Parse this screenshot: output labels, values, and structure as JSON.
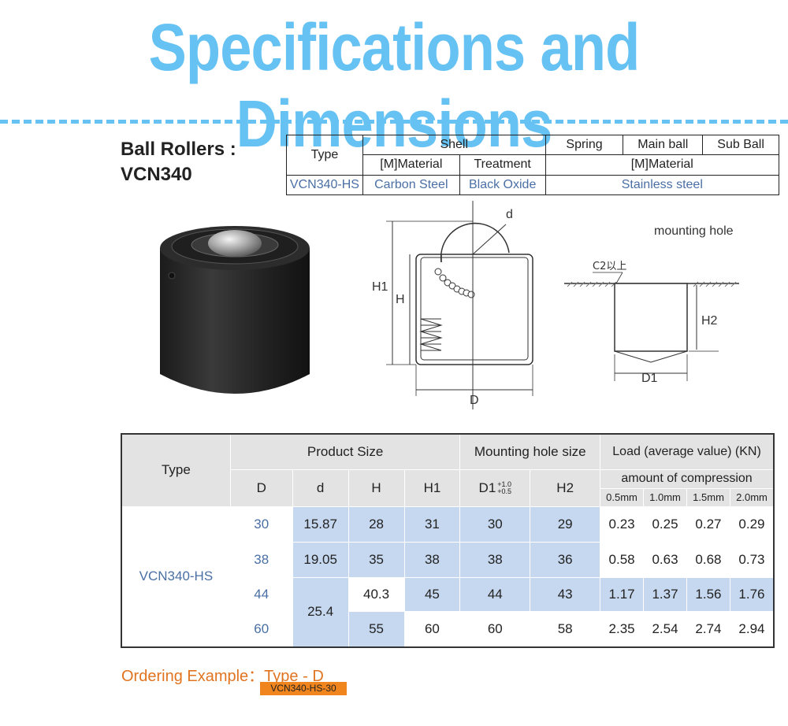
{
  "title": "Specifications and Dimensions",
  "heading": {
    "line1": "Ball Rollers :",
    "line2": "VCN340"
  },
  "spec_table": {
    "type_header": "Type",
    "shell_header": "Shell",
    "spring_header": "Spring",
    "main_ball_header": "Main ball",
    "sub_ball_header": "Sub Ball",
    "shell_material_header": "[M]Material",
    "treatment_header": "Treatment",
    "ball_material_header": "[M]Material",
    "type_value": "VCN340-HS",
    "shell_material": "Carbon Steel",
    "treatment": "Black Oxide",
    "ball_material": "Stainless steel"
  },
  "diagram": {
    "labels": {
      "d": "d",
      "H1": "H1",
      "H": "H",
      "D": "D"
    },
    "mounting": {
      "title": "mounting hole",
      "c2": "C2以上",
      "H2": "H2",
      "D1": "D1"
    }
  },
  "dims_table": {
    "type_header": "Type",
    "product_size_header": "Product Size",
    "mounting_header": "Mounting hole size",
    "load_header": "Load (average value) (KN)",
    "compression_header": "amount of compression",
    "col_D": "D",
    "col_d": "d",
    "col_H": "H",
    "col_H1": "H1",
    "col_D1": "D1",
    "col_D1_tol_plus": "+1.0",
    "col_D1_tol_minus": "+0.5",
    "col_H2": "H2",
    "comp": [
      "0.5mm",
      "1.0mm",
      "1.5mm",
      "2.0mm"
    ],
    "type_value": "VCN340-HS",
    "rows": [
      {
        "D": "30",
        "d": "15.87",
        "H": "28",
        "H1": "31",
        "D1": "30",
        "H2": "29",
        "loads": [
          "0.23",
          "0.25",
          "0.27",
          "0.29"
        ]
      },
      {
        "D": "38",
        "d": "19.05",
        "H": "35",
        "H1": "38",
        "D1": "38",
        "H2": "36",
        "loads": [
          "0.58",
          "0.63",
          "0.68",
          "0.73"
        ]
      },
      {
        "D": "44",
        "d": "25.4",
        "H": "40.3",
        "H1": "45",
        "D1": "44",
        "H2": "43",
        "loads": [
          "1.17",
          "1.37",
          "1.56",
          "1.76"
        ]
      },
      {
        "D": "60",
        "d": "",
        "H": "55",
        "H1": "60",
        "D1": "60",
        "H2": "58",
        "loads": [
          "2.35",
          "2.54",
          "2.74",
          "2.94"
        ]
      }
    ]
  },
  "ordering": {
    "label": "Ordering Example：Type - D",
    "example": "VCN340-HS-30"
  },
  "colors": {
    "title": "#66c2f2",
    "blue_text": "#4a6fa5",
    "cell_blue": "#c6d8ef",
    "header_gray": "#e3e3e3",
    "order_orange": "#e07420"
  }
}
